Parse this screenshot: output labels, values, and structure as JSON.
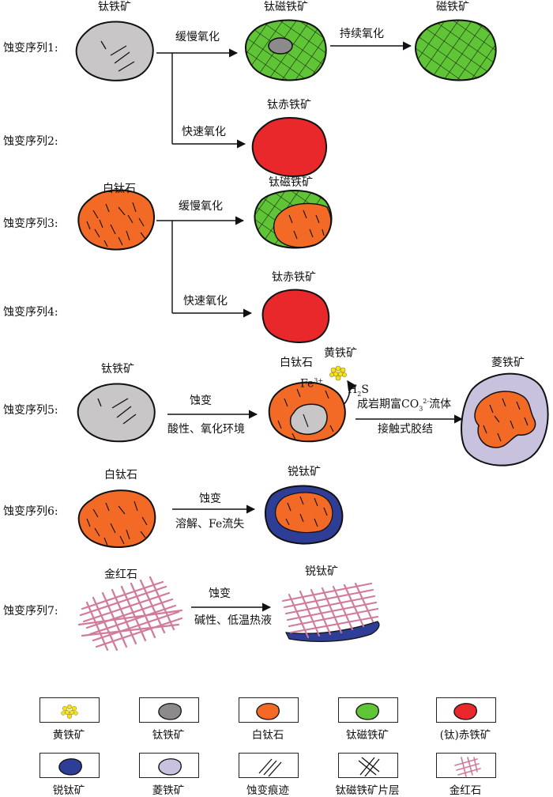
{
  "colors": {
    "pyrite": "#f5e21d",
    "ilmenite": "#c8c6c6",
    "ilmenite_small": "#8c8a8a",
    "leucoxene": "#f26a26",
    "titanomagnetite": "#5fc436",
    "hematite": "#e8282b",
    "anatase": "#2e3d96",
    "siderite": "#c8c2df",
    "rutile": "#d07a9c",
    "line": "#111111"
  },
  "sequences": [
    {
      "label": "蚀变序列1:"
    },
    {
      "label": "蚀变序列2:"
    },
    {
      "label": "蚀变序列3:"
    },
    {
      "label": "蚀变序列4:"
    },
    {
      "label": "蚀变序列5:"
    },
    {
      "label": "蚀变序列6:"
    },
    {
      "label": "蚀变序列7:"
    }
  ],
  "minerals": {
    "s1_start": "钛铁矿",
    "s1_mid": "钛磁铁矿",
    "s1_end": "磁铁矿",
    "s2_end": "钛赤铁矿",
    "s3_start": "白钛石",
    "s3_end": "钛磁铁矿",
    "s4_end": "钛赤铁矿",
    "s5_start": "钛铁矿",
    "s5_mid": "白钛石",
    "s5_pyrite": "黄铁矿",
    "s5_end": "菱铁矿",
    "s6_start": "白钛石",
    "s6_end": "锐钛矿",
    "s7_start": "金红石",
    "s7_end": "锐钛矿"
  },
  "arrows": {
    "slow_ox": "缓慢氧化",
    "continued_ox": "持续氧化",
    "fast_ox": "快速氧化",
    "slow_ox_3": "缓慢氧化",
    "fast_ox_4": "快速氧化",
    "alter_5": "蚀变",
    "cond_5": "酸性、氧化环境",
    "fe_base": "Fe",
    "fe_sup": "3+",
    "h2s_h": "H",
    "h2s_sub": "2",
    "h2s_s": "S",
    "cem_a": "成岩期富CO",
    "cem_sub": "3",
    "cem_sup": "2-",
    "cem_b": "流体",
    "cem_2": "接触式胶结",
    "alter_6": "蚀变",
    "cond_6": "溶解、Fe流失",
    "alter_7": "蚀变",
    "cond_7": "碱性、低温热液"
  },
  "legend": [
    {
      "label": "黄铁矿",
      "icon": "pyrite-icon"
    },
    {
      "label": "钛铁矿",
      "icon": "ilmenite-icon"
    },
    {
      "label": "白钛石",
      "icon": "leucoxene-icon"
    },
    {
      "label": "钛磁铁矿",
      "icon": "titanomagnetite-icon"
    },
    {
      "label": "(钛)赤铁矿",
      "icon": "hematite-icon"
    },
    {
      "label": "锐钛矿",
      "icon": "anatase-icon"
    },
    {
      "label": "菱铁矿",
      "icon": "siderite-icon"
    },
    {
      "label": "蚀变痕迹",
      "icon": "alteration-trace-icon"
    },
    {
      "label": "钛磁铁矿片层",
      "icon": "lamella-icon"
    },
    {
      "label": "金红石",
      "icon": "rutile-icon"
    }
  ]
}
